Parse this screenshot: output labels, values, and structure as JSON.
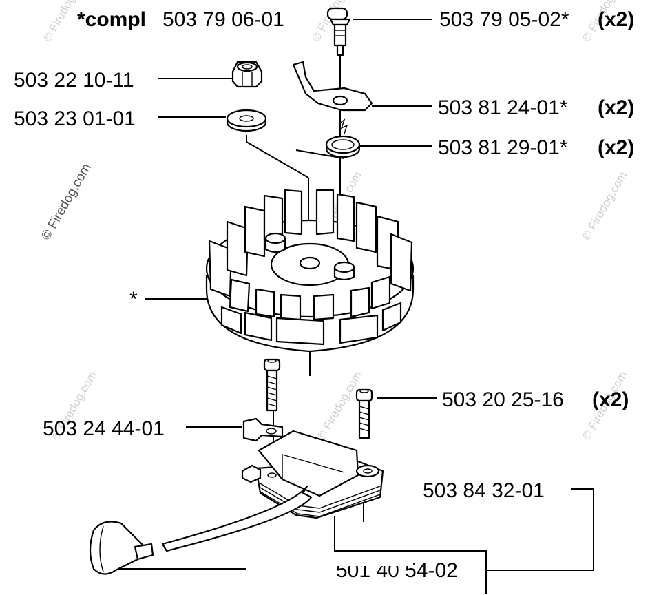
{
  "labels": {
    "compl": "*compl",
    "compl_number": "503 79 06-01",
    "pin_number": "503 79 05-02*",
    "pin_qty": "(x2)",
    "nut": "503 22 10-11",
    "washer": "503 23 01-01",
    "pawl_number": "503 81 24-01*",
    "pawl_qty": "(x2)",
    "spring_number": "503 81 29-01*",
    "spring_qty": "(x2)",
    "flywheel_marker": "*",
    "screw_number": "503 20 25-16",
    "screw_qty": "(x2)",
    "terminal": "503 24 44-01",
    "ignition_module": "503 84 32-01",
    "coil_partial": "501 40 54-02"
  },
  "watermark": "© Firedog.com",
  "colors": {
    "ink": "#000000",
    "watermark": "#cfcfcf",
    "background": "#ffffff"
  }
}
